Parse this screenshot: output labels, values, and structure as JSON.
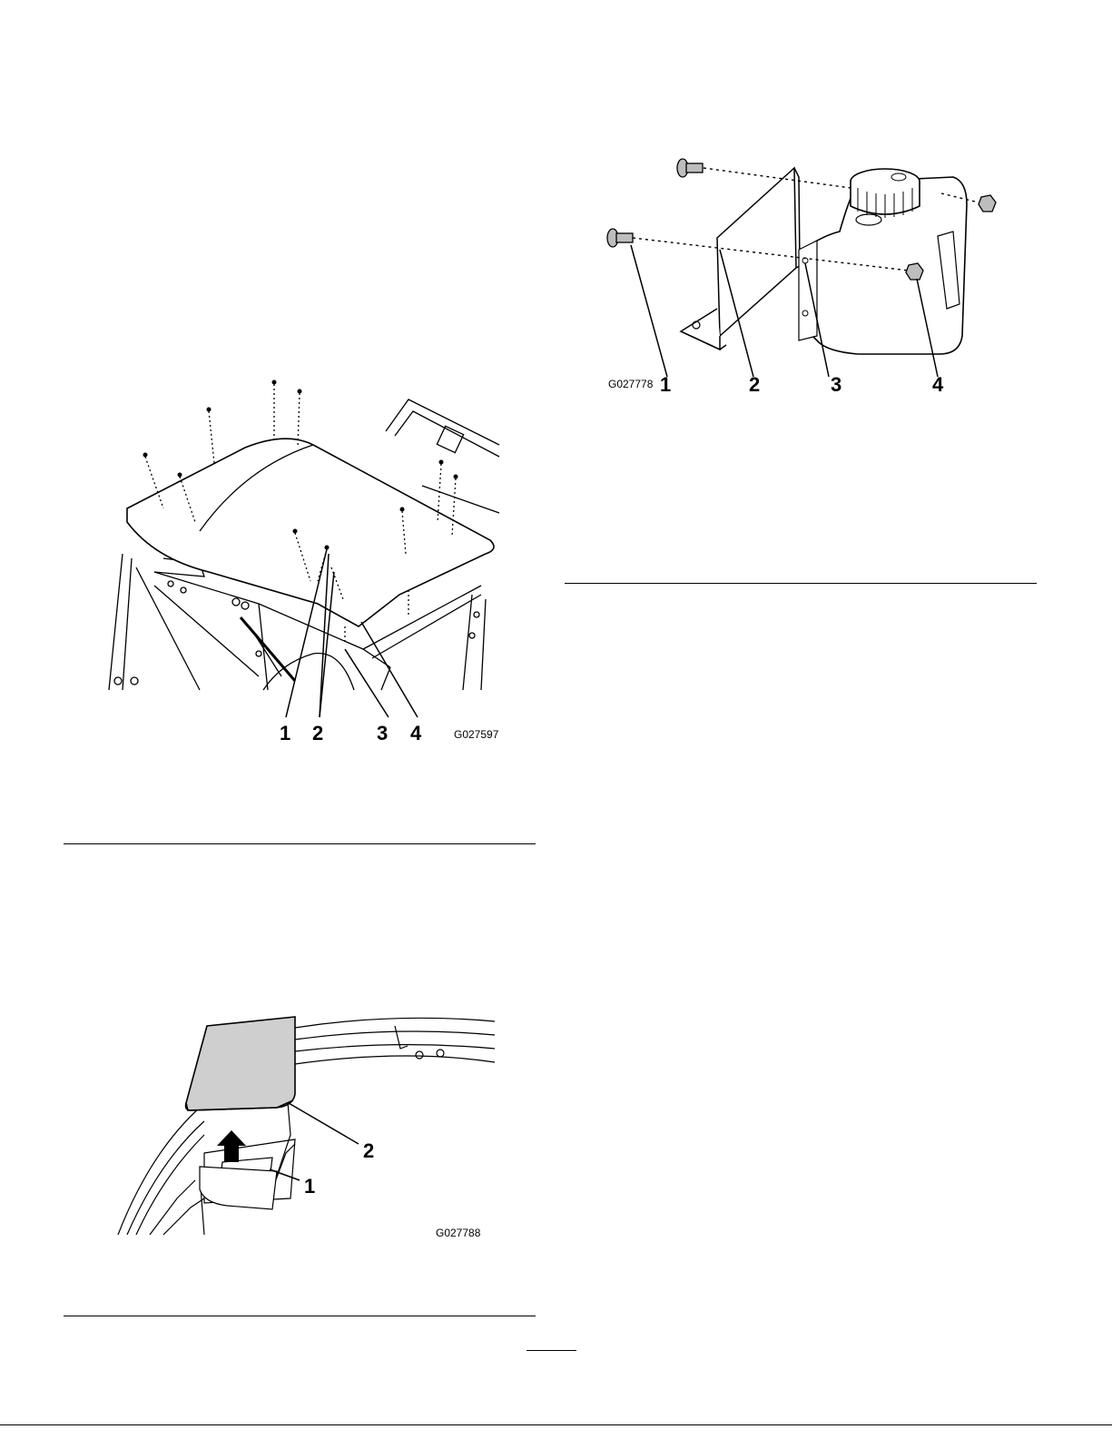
{
  "figures": [
    {
      "id": "G027597",
      "callouts": [
        "1",
        "2",
        "3",
        "4"
      ]
    },
    {
      "id": "G027788",
      "callouts": [
        "1",
        "2"
      ]
    },
    {
      "id": "G027778",
      "callouts": [
        "1",
        "2",
        "3",
        "4"
      ]
    }
  ]
}
